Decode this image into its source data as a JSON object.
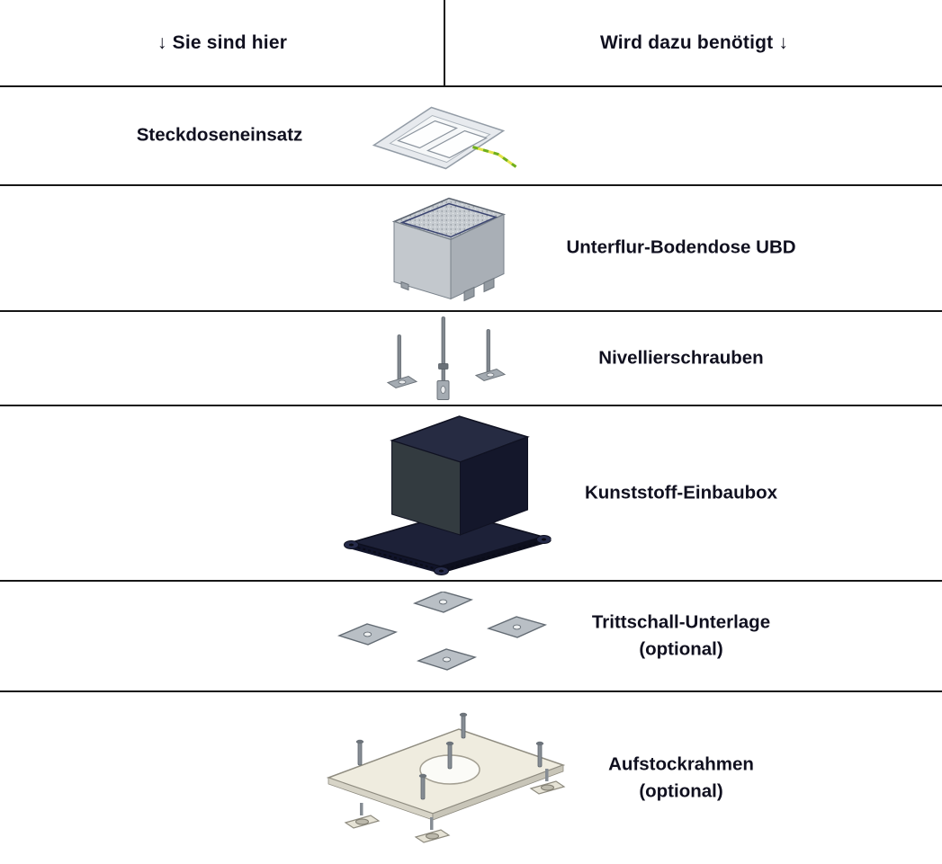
{
  "header": {
    "left": "↓ Sie sind hier",
    "right": "Wird dazu benötigt ↓"
  },
  "rows": [
    {
      "label": "Steckdoseneinsatz",
      "image": "socket-insert"
    },
    {
      "label": "Unterflur-Bodendose UBD",
      "image": "underfloor-box"
    },
    {
      "label": "Nivellierschrauben",
      "image": "levelling-screws"
    },
    {
      "label": "Kunststoff-Einbaubox",
      "image": "plastic-installation-box"
    },
    {
      "label": "Trittschall-Unterlage",
      "label2": "(optional)",
      "image": "impact-sound-pads"
    },
    {
      "label": "Aufstockrahmen",
      "label2": "(optional)",
      "image": "raising-frame"
    }
  ],
  "colors": {
    "background": "#ffffff",
    "text": "#10101f",
    "line": "#161616",
    "wire_green": "#6faf1e",
    "wire_yellow": "#e3e34a",
    "metal_gray": "#b9bfc5",
    "box_dark": "#1d2138",
    "frame_beige": "#efecdf"
  }
}
